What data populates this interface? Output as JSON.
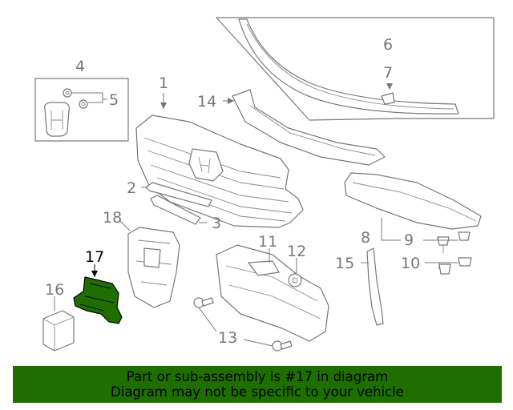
{
  "callouts": {
    "c1": "1",
    "c2": "2",
    "c3": "3",
    "c4": "4",
    "c5": "5",
    "c6": "6",
    "c7": "7",
    "c8": "8",
    "c9": "9",
    "c10": "10",
    "c11": "11",
    "c12": "12",
    "c13": "13",
    "c14": "14",
    "c15": "15",
    "c16": "16",
    "c17": "17",
    "c18": "18"
  },
  "highlight": {
    "part": "17",
    "color": "#1e6f00"
  },
  "banner": {
    "line1": "Part or sub-assembly is #17 in diagram",
    "line2": "Diagram may not be specific to your vehicle",
    "background": "#1e6f00"
  }
}
